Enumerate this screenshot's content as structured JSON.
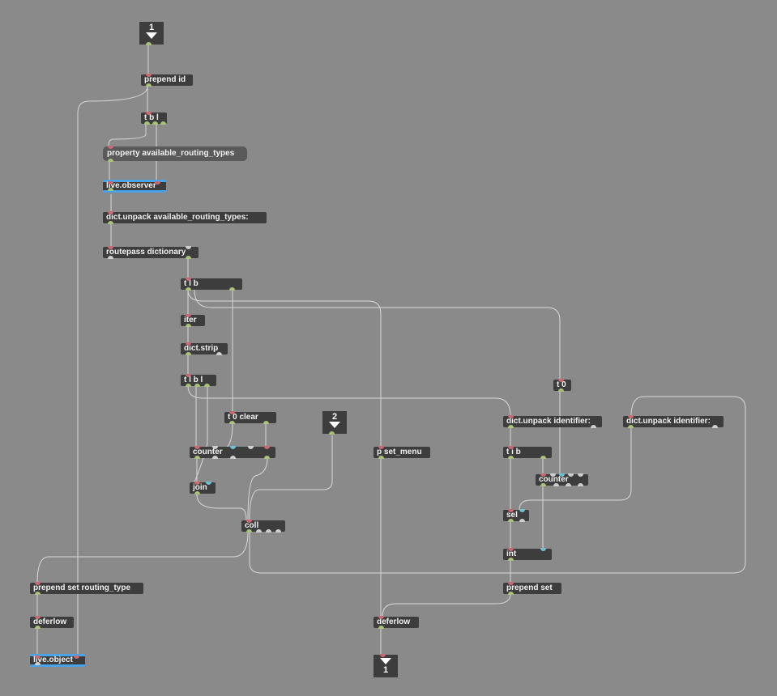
{
  "inlets": [
    {
      "id": "inlet1",
      "number": "1"
    },
    {
      "id": "inlet2",
      "number": "2"
    }
  ],
  "outlets": [
    {
      "id": "outlet1",
      "number": "1"
    }
  ],
  "objects": {
    "prepend_id": "prepend id",
    "tbl_top": "t b l",
    "property_msg": "property available_routing_types",
    "live_observer": "live.observer",
    "dict_unpack_types": "dict.unpack available_routing_types:",
    "routepass": "routepass dictionary",
    "tlb": "t l b",
    "iter": "iter",
    "dict_strip": "dict.strip",
    "tlbl": "t l b l",
    "t0clear": "t 0 clear",
    "counter1": "counter",
    "join": "join",
    "coll": "coll",
    "p_set_menu": "p set_menu",
    "t0": "t 0",
    "dict_unpack_id1": "dict.unpack identifier:",
    "dict_unpack_id2": "dict.unpack identifier:",
    "tib": "t i b",
    "counter2": "counter",
    "sel": "sel",
    "int": "int",
    "prepend_set": "prepend set",
    "prepend_set_routing": "prepend set routing_type",
    "deferlow1": "deferlow",
    "deferlow2": "deferlow",
    "live_object": "live.object"
  },
  "colors": {
    "canvas": "#8a8a8a",
    "object": "#3d3d3d",
    "message": "#5a5a5a",
    "patchcord": "#d8d8d8",
    "live_highlight": "#4aa3e8",
    "inlet": "#c96a72",
    "outlet": "#a9c47a"
  }
}
